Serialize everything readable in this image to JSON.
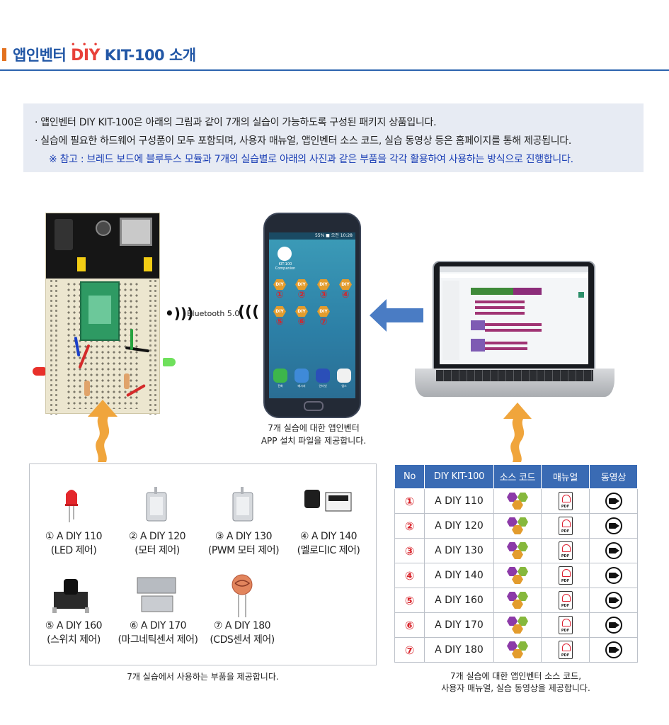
{
  "header": {
    "title_pre": "앱인벤터",
    "title_brand": "DIY",
    "title_post": "KIT-100 소개"
  },
  "info": {
    "line1": "· 앱인벤터 DIY KIT-100은 아래의 그림과 같이 7개의 실습이 가능하도록 구성된 패키지 상품입니다.",
    "line2": "· 실습에 필요한 하드웨어 구성품이 모두 포함되며, 사용자 매뉴얼, 앱인벤터 소스 코드, 실습 동영상 등은 홈페이지를 통해 제공됩니다.",
    "note": "※ 참고 : 브레드 보드에 블루투스 모듈과 7개의 실습별로 아래의 사진과 같은 부품을 각각 활용하여 사용하는 방식으로 진행합니다."
  },
  "bluetooth": {
    "label": "Bluetooth 5.0"
  },
  "phone": {
    "app_name": "KIT-100 Companion",
    "status": "55% ■ 오전 10:28",
    "icons": [
      {
        "badge": "DIY",
        "num": "①"
      },
      {
        "badge": "DIY",
        "num": "②"
      },
      {
        "badge": "DIY",
        "num": "③"
      },
      {
        "badge": "DIY",
        "num": "④"
      },
      {
        "badge": "DIY",
        "num": "⑤"
      },
      {
        "badge": "DIY",
        "num": "⑥"
      },
      {
        "badge": "DIY",
        "num": "⑦"
      }
    ],
    "dock": [
      "전화",
      "메시지",
      "인터넷",
      "앱스"
    ],
    "caption_line1": "7개 실습에 대한 앱인벤터",
    "caption_line2": "APP 설치 파일을 제공합니다."
  },
  "parts": [
    {
      "line1": "① A DIY 110",
      "line2": "(LED 제어)"
    },
    {
      "line1": "② A DIY 120",
      "line2": "(모터 제어)"
    },
    {
      "line1": "③ A DIY 130",
      "line2": "(PWM 모터 제어)"
    },
    {
      "line1": "④ A DIY 140",
      "line2": "(멜로디IC 제어)"
    },
    {
      "line1": "⑤ A DIY 160",
      "line2": "(스위치 제어)"
    },
    {
      "line1": "⑥ A DIY 170",
      "line2": "(마그네틱센서 제어)"
    },
    {
      "line1": "⑦ A DIY 180",
      "line2": "(CDS센서 제어)"
    }
  ],
  "parts_caption": "7개 실습에서 사용하는 부품을 제공합니다.",
  "table": {
    "headers": [
      "No",
      "DIY KIT-100",
      "소스 코드",
      "매뉴얼",
      "동영상"
    ],
    "rows": [
      {
        "no": "①",
        "kit": "A DIY 110"
      },
      {
        "no": "②",
        "kit": "A DIY 120"
      },
      {
        "no": "③",
        "kit": "A DIY 130"
      },
      {
        "no": "④",
        "kit": "A DIY 140"
      },
      {
        "no": "⑤",
        "kit": "A DIY 160"
      },
      {
        "no": "⑥",
        "kit": "A DIY 170"
      },
      {
        "no": "⑦",
        "kit": "A DIY 180"
      }
    ],
    "pdf_label": "PDF",
    "caption_line1": "7개 실습에 대한 앱인벤터 소스 코드,",
    "caption_line2": "사용자 매뉴얼, 실습 동영상을 제공합니다."
  },
  "colors": {
    "accent_orange": "#e3711e",
    "title_blue": "#2257a6",
    "brand_red": "#e8413a",
    "table_header": "#3a6bb4",
    "note_blue": "#1b3fb5",
    "arrow_blue": "#4a7cc4",
    "arrow_orange": "#f0a53c"
  }
}
